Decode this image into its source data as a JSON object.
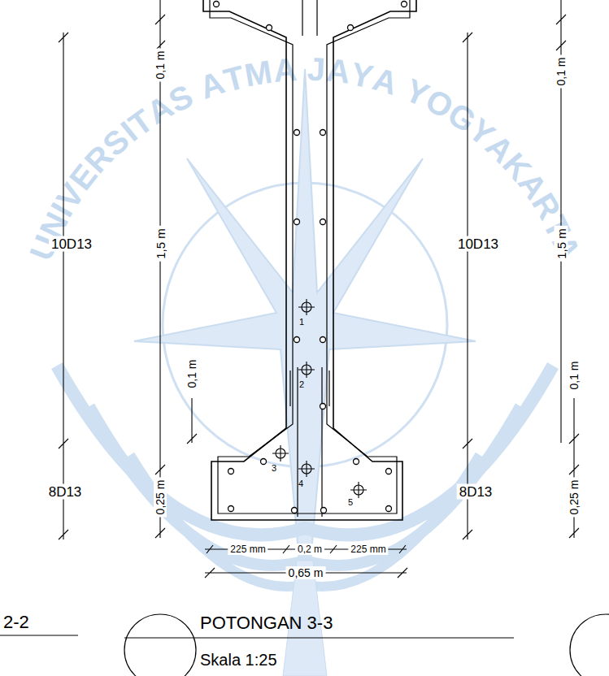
{
  "diagram": {
    "labels": [
      "UNIVERSITAS ATMA JAYA YOGYAKARTA",
      "0,1 m",
      "0,1 m",
      "10D13",
      "1,5 m",
      "10D13",
      "1,5 m",
      "1",
      "2",
      "0,1 m",
      "0,1 m",
      "3",
      "4",
      "5",
      "8D13",
      "0,25 m",
      "8D13",
      "0,25 m",
      "225 mm",
      "0,2 m",
      "225 mm",
      "0,65 m",
      "2-2",
      "POTONGAN 3-3",
      "Skala 1:25"
    ]
  }
}
